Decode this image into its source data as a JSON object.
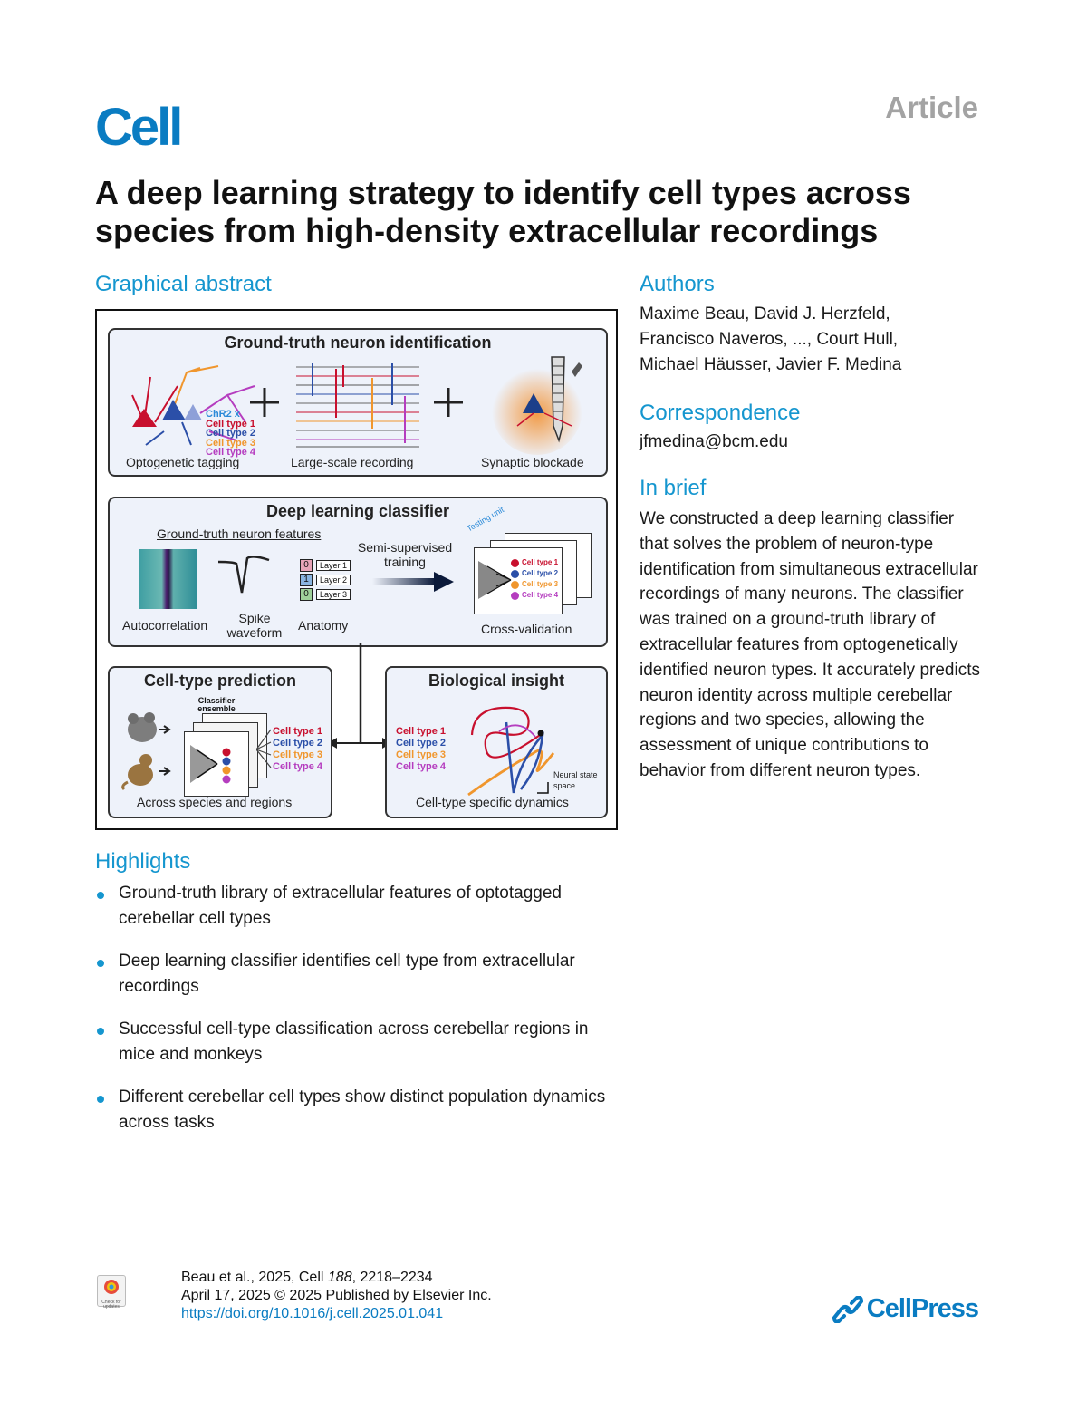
{
  "header": {
    "journal": "Cell",
    "article_type": "Article",
    "title": "A deep learning strategy to identify cell types across species from high-density extracellular recordings"
  },
  "graphical_abstract": {
    "heading": "Graphical abstract",
    "panel1": {
      "title": "Ground-truth neuron identification",
      "labels": [
        "Optogenetic tagging",
        "Large-scale recording",
        "Synaptic blockade"
      ],
      "chr2": "ChR2 x",
      "cell_types": [
        "Cell type 1",
        "Cell type 2",
        "Cell type 3",
        "Cell type 4"
      ]
    },
    "panel2": {
      "title": "Deep learning classifier",
      "subtitle": "Ground-truth neuron features",
      "autocorrelation": "Autocorrelation",
      "spike_waveform": "Spike waveform",
      "anatomy": "Anatomy",
      "layers": [
        {
          "num": "0",
          "label": "Layer 1"
        },
        {
          "num": "1",
          "label": "Layer 2"
        },
        {
          "num": "0",
          "label": "Layer 3"
        }
      ],
      "training": "Semi-supervised training",
      "testing_unit": "Testing unit",
      "cross_validation": "Cross-validation",
      "cell_types": [
        "Cell type 1",
        "Cell type 2",
        "Cell type 3",
        "Cell type 4"
      ]
    },
    "panel3": {
      "title": "Cell-type prediction",
      "ensemble": "Classifier ensemble",
      "caption": "Across species and regions",
      "cell_types": [
        "Cell type 1",
        "Cell type 2",
        "Cell type 3",
        "Cell type 4"
      ]
    },
    "panel4": {
      "title": "Biological insight",
      "caption": "Cell-type specific dynamics",
      "state_space": "Neural state space",
      "cell_types": [
        "Cell type 1",
        "Cell type 2",
        "Cell type 3",
        "Cell type 4"
      ]
    },
    "colors": {
      "cell_type_1": "#c8102e",
      "cell_type_2": "#2b4fa8",
      "cell_type_3": "#f0962d",
      "cell_type_4": "#b53dbf"
    }
  },
  "authors": {
    "heading": "Authors",
    "lines": [
      "Maxime Beau, David J. Herzfeld,",
      "Francisco Naveros, ..., Court Hull,",
      "Michael Häusser, Javier F. Medina"
    ]
  },
  "correspondence": {
    "heading": "Correspondence",
    "email": "jfmedina@bcm.edu"
  },
  "in_brief": {
    "heading": "In brief",
    "text": "We constructed a deep learning classifier that solves the problem of neuron-type identification from simultaneous extracellular recordings of many neurons. The classifier was trained on a ground-truth library of extracellular features from optogenetically identified neuron types. It accurately predicts neuron identity across multiple cerebellar regions and two species, allowing the assessment of unique contributions to behavior from different neuron types."
  },
  "highlights": {
    "heading": "Highlights",
    "items": [
      "Ground-truth library of extracellular features of optotagged cerebellar cell types",
      "Deep learning classifier identifies cell type from extracellular recordings",
      "Successful cell-type classification across cerebellar regions in mice and monkeys",
      "Different cerebellar cell types show distinct population dynamics across tasks"
    ]
  },
  "footer": {
    "citation_prefix": "Beau et al., 2025, Cell ",
    "volume": "188",
    "pages": ", 2218–2234",
    "date_line": "April 17, 2025 © 2025 Published by Elsevier Inc.",
    "doi": "https://doi.org/10.1016/j.cell.2025.01.041",
    "publisher": "CellPress",
    "check_updates": "Check for updates"
  }
}
